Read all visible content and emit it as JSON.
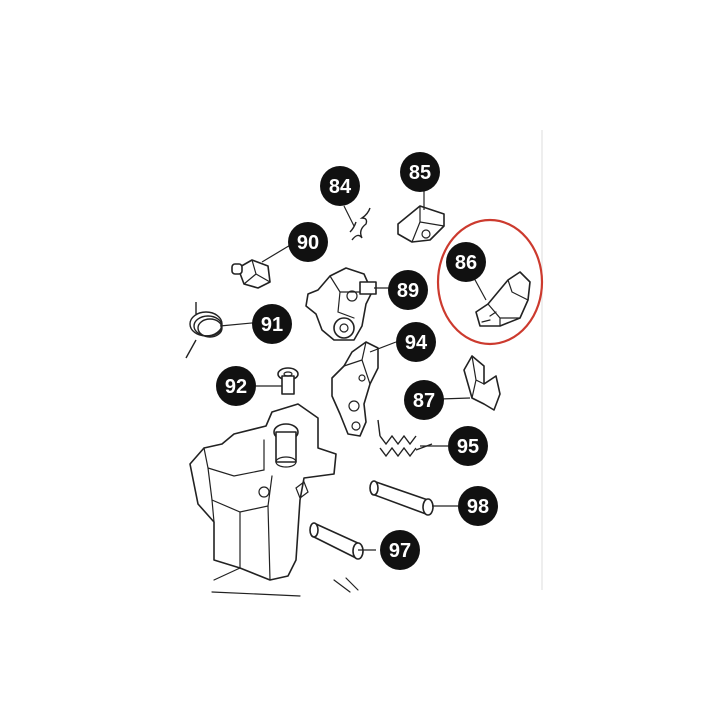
{
  "diagram": {
    "highlight_color": "#cc3a2e",
    "highlighted_part": "86",
    "callouts": [
      {
        "id": "84",
        "label": "84"
      },
      {
        "id": "85",
        "label": "85"
      },
      {
        "id": "86",
        "label": "86"
      },
      {
        "id": "87",
        "label": "87"
      },
      {
        "id": "89",
        "label": "89"
      },
      {
        "id": "90",
        "label": "90"
      },
      {
        "id": "91",
        "label": "91"
      },
      {
        "id": "92",
        "label": "92"
      },
      {
        "id": "94",
        "label": "94"
      },
      {
        "id": "95",
        "label": "95"
      },
      {
        "id": "97",
        "label": "97"
      },
      {
        "id": "98",
        "label": "98"
      }
    ]
  }
}
